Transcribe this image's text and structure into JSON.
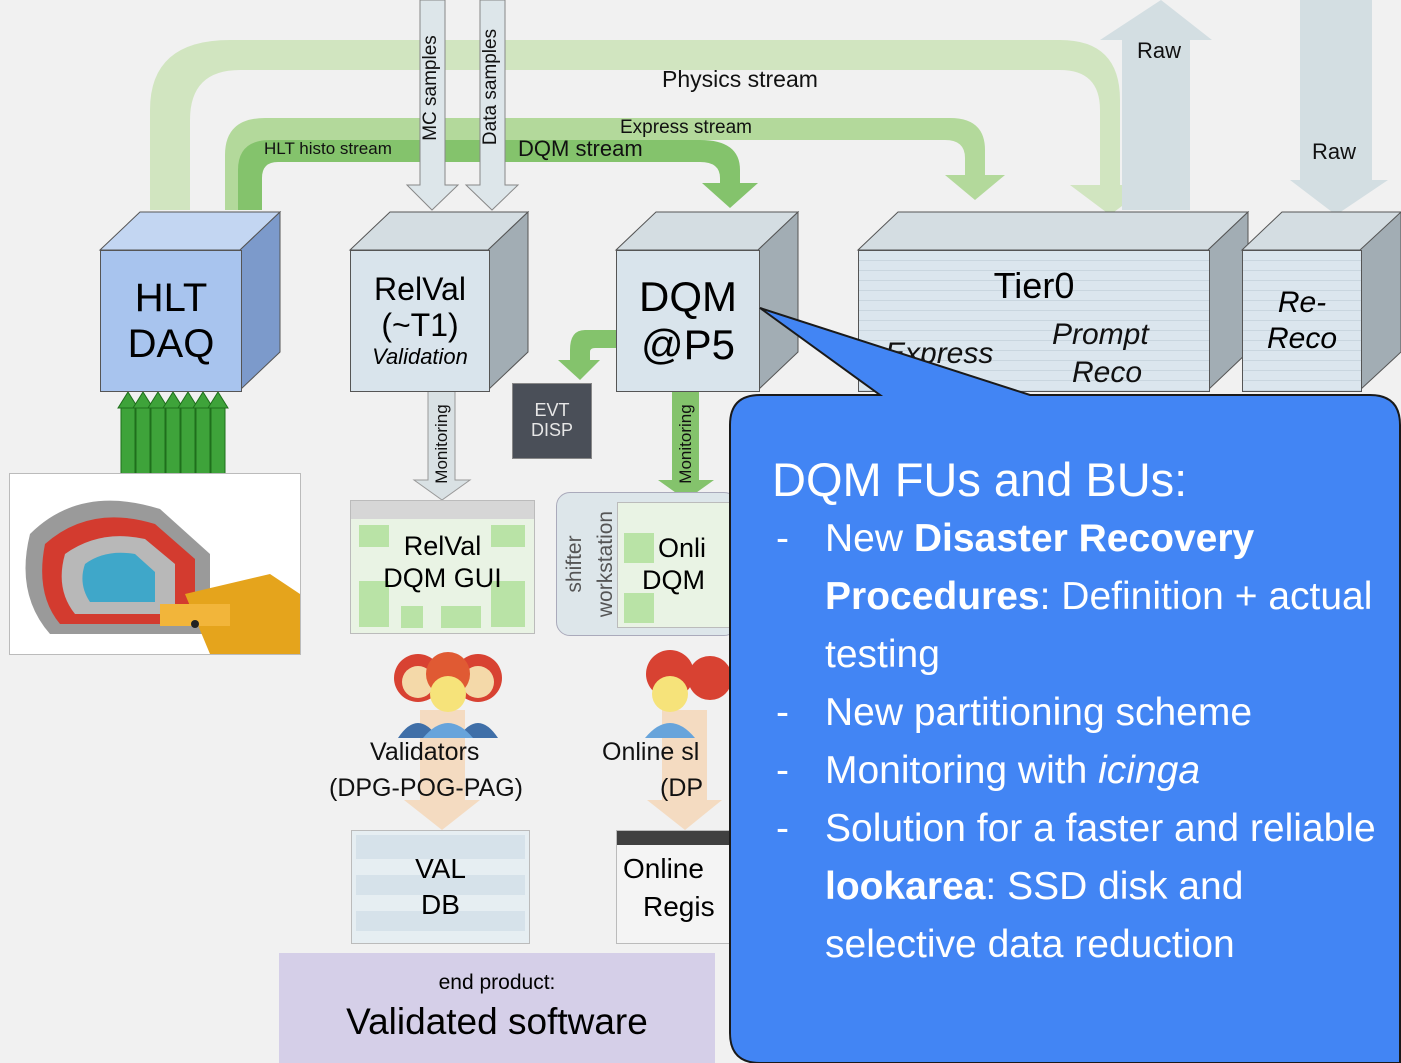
{
  "streams": {
    "physics": "Physics stream",
    "express": "Express stream",
    "hlt_histo": "HLT histo stream",
    "dqm": "DQM stream",
    "mc_samples": "MC samples",
    "data_samples": "Data samples",
    "raw_up": "Raw",
    "raw_down": "Raw"
  },
  "boxes": {
    "hlt": {
      "line1": "HLT",
      "line2": "DAQ"
    },
    "relval": {
      "line1": "RelVal",
      "line2": "(~T1)",
      "line3": "Validation"
    },
    "dqm": {
      "line1": "DQM",
      "line2": "@P5"
    },
    "tier0": {
      "title": "Tier0",
      "express": "Express",
      "prompt1": "Prompt",
      "prompt2": "Reco"
    },
    "rereco": {
      "line1": "Re-",
      "line2": "Reco"
    }
  },
  "evt_disp": {
    "line1": "EVT",
    "line2": "DISP"
  },
  "monitoring_left": "Monitoring",
  "monitoring_mid": "Monitoring",
  "gui": {
    "relval1": "RelVal",
    "relval2": "DQM GUI",
    "online1": "Onli",
    "online2": "DQM",
    "shifter": "shifter",
    "workstation": "workstation"
  },
  "people": {
    "validators1": "Validators",
    "validators2": "(DPG-POG-PAG)",
    "online1": "Online sl",
    "online2": "(DP"
  },
  "db": {
    "val1": "VAL",
    "val2": "DB",
    "online1": "Online",
    "online2": "Regis"
  },
  "end_product": {
    "small": "end product:",
    "big": "Validated software"
  },
  "callout": {
    "title": "DQM FUs and BUs:",
    "items": [
      {
        "pre": "New ",
        "bold": "Disaster Recovery Procedures",
        "post": ": Definition + actual testing"
      },
      {
        "text": "New partitioning scheme"
      },
      {
        "pre": "Monitoring with ",
        "italic": "icinga"
      },
      {
        "pre": "Solution for a faster and reliable ",
        "bold": "lookarea",
        "post": ": SSD disk and selective data reduction"
      }
    ]
  },
  "colors": {
    "hlt_box": "#a8c4ee",
    "stream_light": "#c5ddb0",
    "stream_mid": "#9fcf86",
    "stream_dark": "#6fb45a",
    "callout": "#4285f4"
  }
}
